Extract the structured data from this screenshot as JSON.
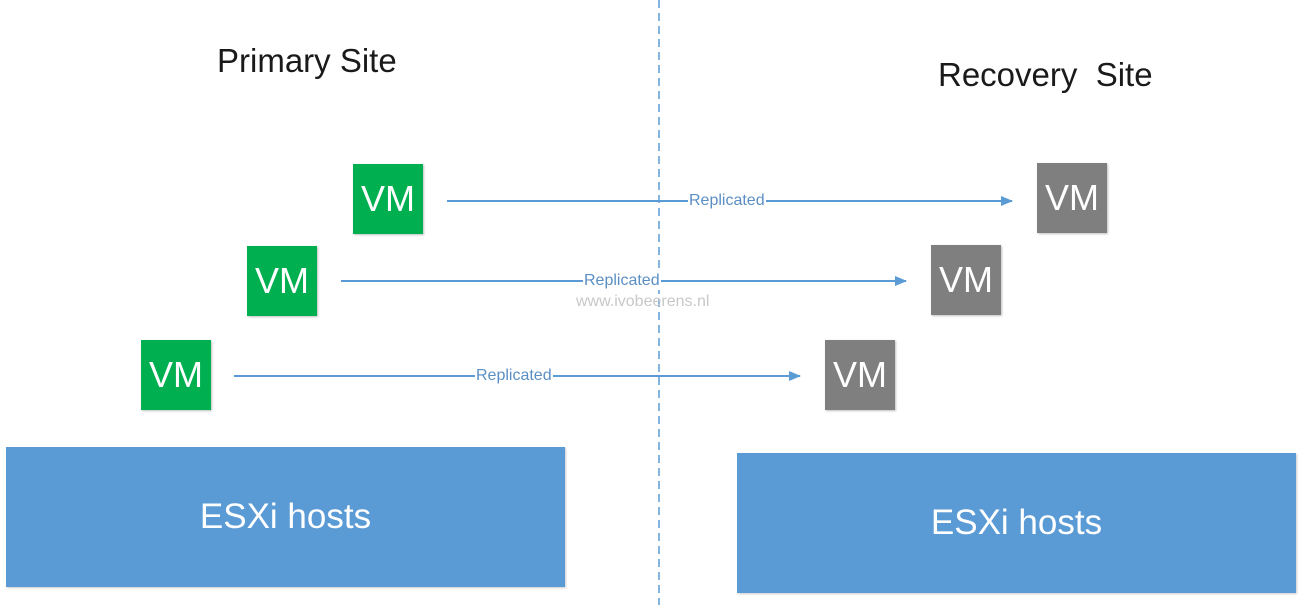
{
  "primary_site": {
    "title": "Primary Site",
    "vms": [
      "VM",
      "VM",
      "VM"
    ],
    "hosts_label": "ESXi hosts"
  },
  "recovery_site": {
    "title": "Recovery  Site",
    "vms": [
      "VM",
      "VM",
      "VM"
    ],
    "hosts_label": "ESXi hosts"
  },
  "replication_label": "Replicated",
  "watermark": "www.ivobeerens.nl",
  "colors": {
    "primary_vm": "#00b050",
    "recovery_vm": "#7f7f7f",
    "hosts": "#5b9bd5",
    "arrow": "#5b9bd5",
    "divider": "#5b9bd5"
  }
}
